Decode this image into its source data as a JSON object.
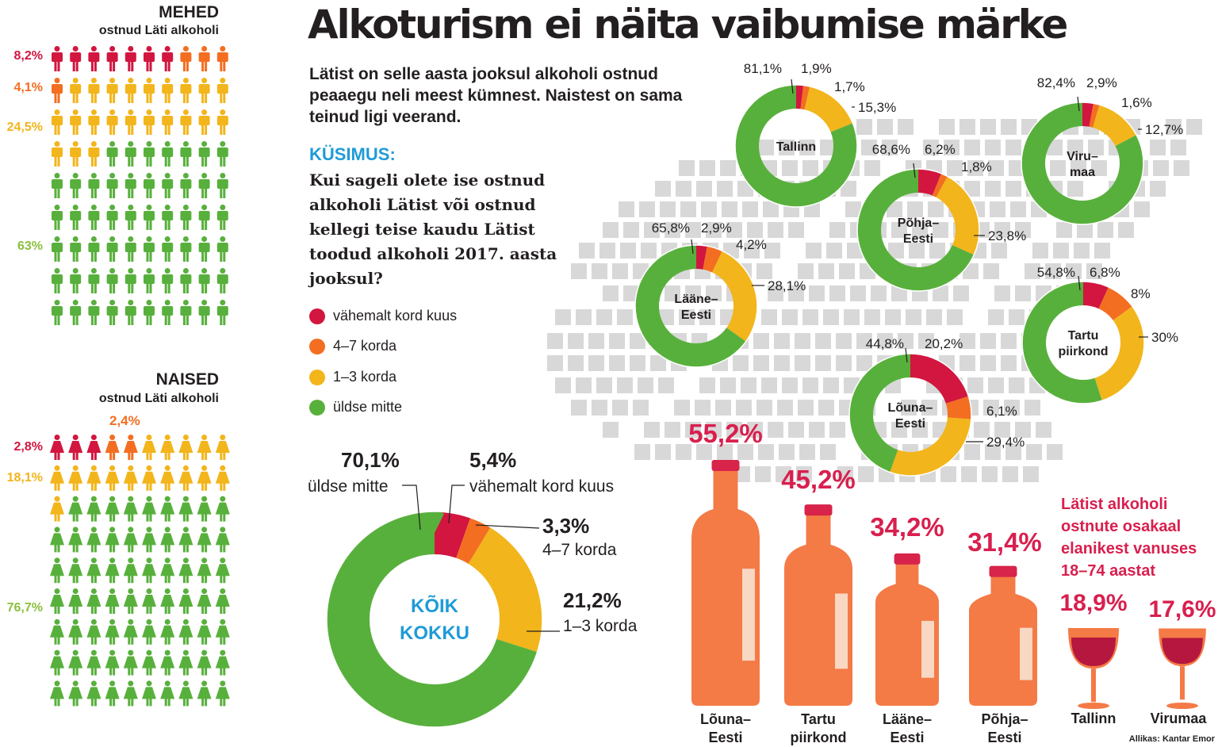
{
  "title": "Alkoturism ei näita vaibumise märke",
  "intro": "Lätist on selle aasta jooksul alkoholi ostnud peaaegu neli meest kümnest. Naistest on sama teinud ligi veerand.",
  "question_label": "KÜSIMUS:",
  "question": "Kui sageli olete ise ostnud alkoholi Lätist või ostnud kellegi teise kaudu Lätist toodud alkoholi 2017. aasta jooksul?",
  "colors": {
    "red": "#d2163f",
    "orange": "#f36e21",
    "yellow": "#f2b51b",
    "green": "#58b03c",
    "bottle": "#f47a46",
    "pink": "#d81f4e",
    "blue": "#1f9bd7",
    "grid": "#d8d8d8"
  },
  "legend": [
    {
      "label": "vähemalt kord  kuus",
      "color": "#d2163f"
    },
    {
      "label": "4–7 korda",
      "color": "#f36e21"
    },
    {
      "label": "1–3 korda",
      "color": "#f2b51b"
    },
    {
      "label": "üldse mitte",
      "color": "#58b03c"
    }
  ],
  "men": {
    "title": "MEHED",
    "subtitle": "ostnud Läti alkoholi",
    "labels": [
      "8,2%",
      "4,1%",
      "24,5%",
      "63%"
    ]
  },
  "women": {
    "title": "NAISED",
    "subtitle": "ostnud Läti alkoholi",
    "labels": [
      "2,4%",
      "2,8%",
      "18,1%",
      "76,7%"
    ]
  },
  "total": {
    "center": [
      "KÕIK",
      "KOKKU"
    ],
    "labels": {
      "green_pct": "70,1%",
      "green_text": "üldse mitte",
      "red_pct": "5,4%",
      "red_text": "vähemalt kord kuus",
      "orange_pct": "3,3%",
      "orange_text": "4–7 korda",
      "yellow_pct": "21,2%",
      "yellow_text": "1–3 korda"
    }
  },
  "regions_caption": "Lätist alkoholi ostnute osakaal elanikest vanuses 18–74 aastat",
  "source": "Allikas: Kantar Emor",
  "bottle_labels": [
    {
      "pct": "55,2%",
      "name": [
        "Lõuna–",
        "Eesti"
      ]
    },
    {
      "pct": "45,2%",
      "name": [
        "Tartu",
        "piirkond"
      ]
    },
    {
      "pct": "34,2%",
      "name": [
        "Lääne–",
        "Eesti"
      ]
    },
    {
      "pct": "31,4%",
      "name": [
        "Põhja–",
        "Eesti"
      ]
    },
    {
      "pct": "18,9%",
      "name": [
        "Tallinn"
      ]
    },
    {
      "pct": "17,6%",
      "name": [
        "Virumaa"
      ]
    }
  ],
  "chart_data": [
    {
      "type": "bar",
      "title": "MEHED ostnud Läti alkoholi",
      "categories": [
        "vähemalt kord kuus",
        "4–7 korda",
        "1–3 korda",
        "üldse mitte"
      ],
      "values": [
        8.2,
        4.1,
        24.5,
        63
      ]
    },
    {
      "type": "bar",
      "title": "NAISED ostnud Läti alkoholi",
      "categories": [
        "vähemalt kord kuus",
        "4–7 korda",
        "1–3 korda",
        "üldse mitte"
      ],
      "values": [
        2.8,
        2.4,
        18.1,
        76.7
      ]
    },
    {
      "type": "pie",
      "title": "KÕIK KOKKU",
      "categories": [
        "vähemalt kord kuus",
        "4–7 korda",
        "1–3 korda",
        "üldse mitte"
      ],
      "values": [
        5.4,
        3.3,
        21.2,
        70.1
      ]
    },
    {
      "type": "pie",
      "title": "Regions",
      "categories": [
        "vähemalt kord kuus",
        "4–7 korda",
        "1–3 korda",
        "üldse mitte"
      ],
      "regions": [
        {
          "name": "Tallinn",
          "values": [
            1.9,
            1.7,
            15.3,
            81.1
          ],
          "labels": [
            "1,9%",
            "1,7%",
            "15,3%",
            "81,1%"
          ]
        },
        {
          "name": "Viru–maa",
          "values": [
            2.9,
            1.6,
            12.7,
            82.4
          ],
          "labels": [
            "2,9%",
            "1,6%",
            "12,7%",
            "82,4%"
          ]
        },
        {
          "name": "Põhja–Eesti",
          "values": [
            6.2,
            1.8,
            23.8,
            68.6
          ],
          "labels": [
            "6,2%",
            "1,8%",
            "23,8%",
            "68,6%"
          ]
        },
        {
          "name": "Lääne–Eesti",
          "values": [
            2.9,
            4.2,
            28.1,
            65.8
          ],
          "labels": [
            "2,9%",
            "4,2%",
            "28,1%",
            "65,8%"
          ]
        },
        {
          "name": "Tartu piirkond",
          "values": [
            6.8,
            8,
            30,
            54.8
          ],
          "labels": [
            "6,8%",
            "8%",
            "30%",
            "54,8%"
          ]
        },
        {
          "name": "Lõuna–Eesti",
          "values": [
            20.2,
            6.1,
            29.4,
            44.8
          ],
          "labels": [
            "20,2%",
            "6,1%",
            "29,4%",
            "44,8%"
          ]
        }
      ]
    },
    {
      "type": "bar",
      "title": "Lätist alkoholi ostnute osakaal elanikest vanuses 18–74 aastat",
      "categories": [
        "Lõuna–Eesti",
        "Tartu piirkond",
        "Lääne–Eesti",
        "Põhja–Eesti",
        "Tallinn",
        "Virumaa"
      ],
      "values": [
        55.2,
        45.2,
        34.2,
        31.4,
        18.9,
        17.6
      ]
    }
  ]
}
